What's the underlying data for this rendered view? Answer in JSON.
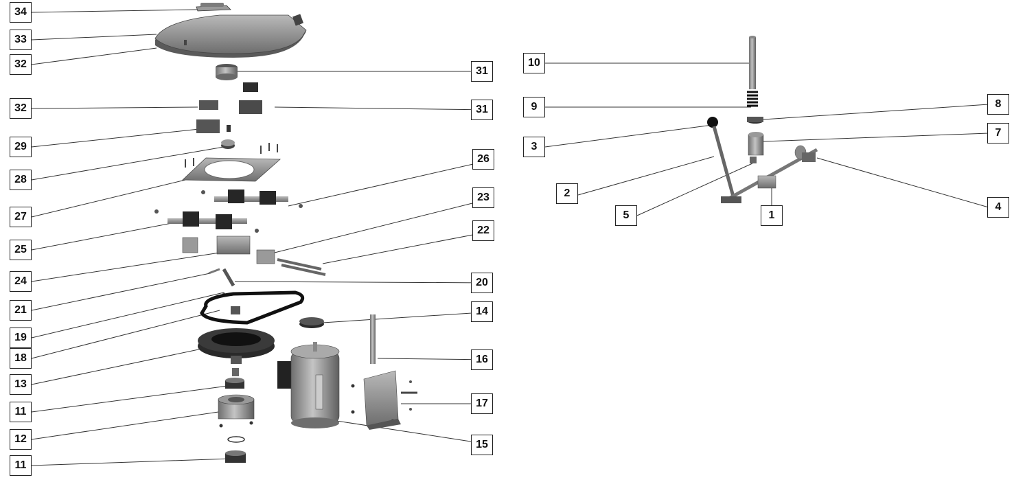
{
  "diagram": {
    "left_assembly_callouts": [
      "34",
      "33",
      "32",
      "31",
      "32",
      "31",
      "29",
      "28",
      "26",
      "27",
      "23",
      "25",
      "22",
      "24",
      "20",
      "21",
      "19",
      "14",
      "18",
      "13",
      "16",
      "11",
      "17",
      "12",
      "15",
      "11"
    ],
    "right_assembly_callouts": [
      "10",
      "9",
      "8",
      "3",
      "7",
      "2",
      "4",
      "5",
      "1"
    ]
  },
  "colors": {
    "part_fill": "#8a8a8a",
    "part_dark": "#3a3a3a",
    "line": "#222222",
    "box_border": "#222222"
  }
}
